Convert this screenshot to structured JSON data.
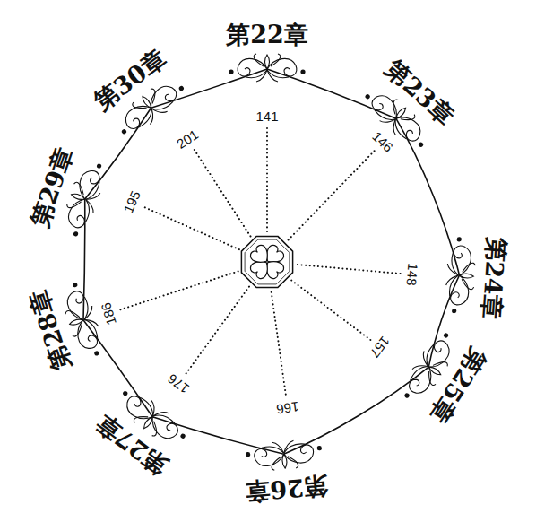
{
  "diagram": {
    "labels": [
      "第22章",
      "141",
      "第23章",
      "146",
      "第24章",
      "148",
      "第25章",
      "157",
      "第26章",
      "166",
      "第27章",
      "176",
      "第28章",
      "186",
      "第29章",
      "195",
      "第30章",
      "201"
    ]
  }
}
